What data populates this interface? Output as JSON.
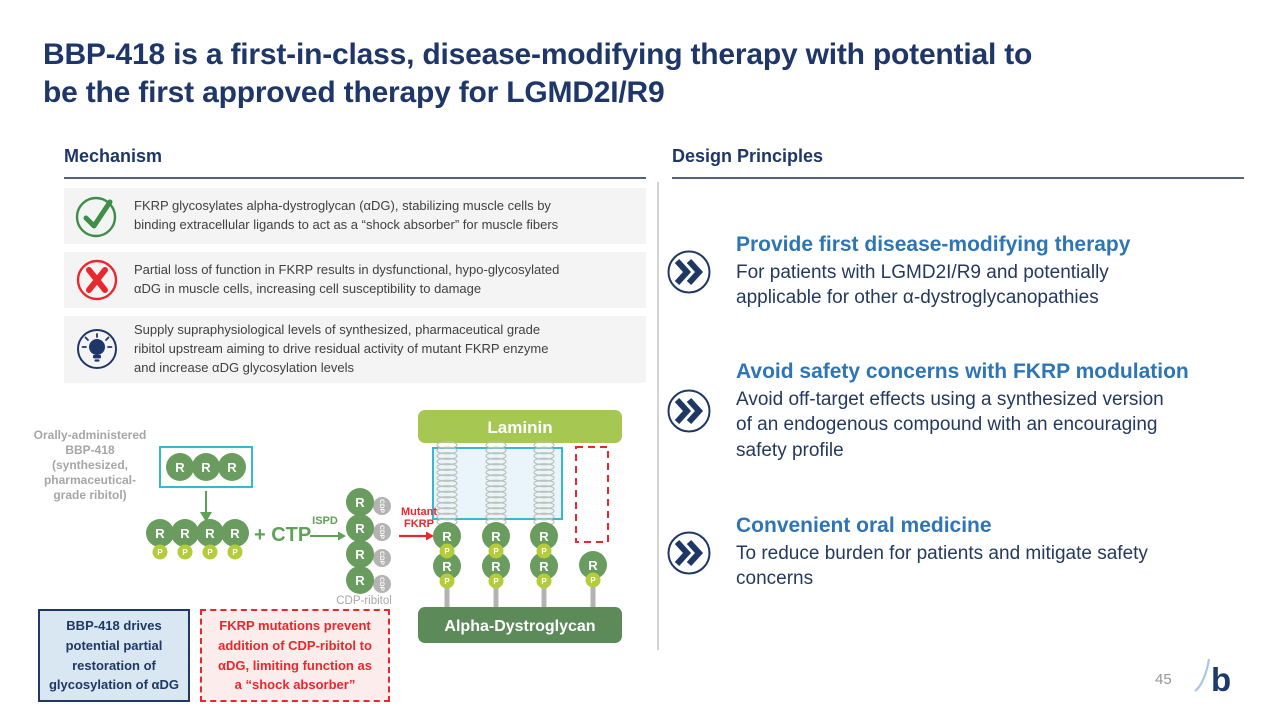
{
  "slide": {
    "title": "BBP-418 is a first-in-class, disease-modifying therapy with potential to\nbe the first approved therapy for LGMD2I/R9",
    "page_number": "45",
    "logo_letter": "b"
  },
  "colors": {
    "navy": "#1e3668",
    "heading_blue": "#2e75b6",
    "green": "#699c5e",
    "lime": "#b5cc3a",
    "laminin_green": "#a6c751",
    "adg_green": "#5c8a59",
    "arrow_green": "#5ea355",
    "cyan": "#38b6d4",
    "red": "#e8282e",
    "gray": "#a6a6a6"
  },
  "mechanism": {
    "heading": "Mechanism",
    "items": [
      {
        "icon": "check-circle-icon",
        "text": "FKRP glycosylates alpha-dystroglycan (αDG), stabilizing muscle cells by\nbinding extracellular ligands to act as a “shock absorber” for muscle fibers"
      },
      {
        "icon": "x-circle-icon",
        "text": "Partial loss of function in FKRP results in dysfunctional, hypo-glycosylated\nαDG in muscle cells, increasing cell susceptibility to damage"
      },
      {
        "icon": "lightbulb-circle-icon",
        "text": "Supply supraphysiological levels of synthesized, pharmaceutical grade\nribitol upstream aiming to drive residual activity of mutant FKRP enzyme\nand increase αDG glycosylation levels"
      }
    ]
  },
  "design_principles": {
    "heading": "Design Principles",
    "items": [
      {
        "icon": "double-chevron-icon",
        "title": "Provide first disease-modifying therapy",
        "body": "For patients with LGMD2I/R9 and potentially\napplicable for other α-dystroglycanopathies"
      },
      {
        "icon": "double-chevron-icon",
        "title": "Avoid safety concerns with FKRP modulation",
        "body": "Avoid off-target effects using a synthesized version\nof an endogenous compound with an encouraging\nsafety profile"
      },
      {
        "icon": "double-chevron-icon",
        "title": "Convenient oral medicine",
        "body": "To reduce burden for patients and mitigate safety\nconcerns"
      }
    ]
  },
  "diagram": {
    "oral_label": "Orally-administered\nBBP-418\n(synthesized,\npharmaceutical-\ngrade ribitol)",
    "r_label": "R",
    "p_label": "P",
    "cdp_label": "CDP",
    "ctp_label": "+ CTP",
    "ispd_label": "ISPD",
    "mutant_fkrp": [
      "Mutant",
      "FKRP"
    ],
    "cdp_ribitol_label": "CDP-ribitol",
    "laminin_label": "Laminin",
    "adg_label": "Alpha-Dystroglycan",
    "blue_box_text": "BBP-418 drives\npotential partial\nrestoration of\nglycosylation of αDG",
    "red_box_text": "FKRP mutations prevent\naddition of CDP-ribitol to\nαDG, limiting function as\na “shock absorber”"
  }
}
